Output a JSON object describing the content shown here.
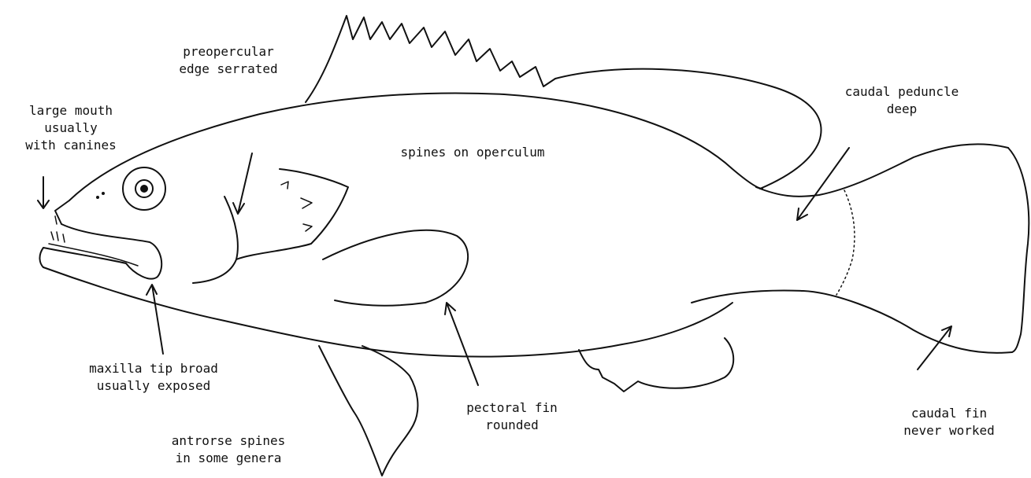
{
  "labels": {
    "preopercular": [
      "preopercular",
      "edge serrated"
    ],
    "mouth": [
      "large mouth",
      "usually",
      "with canines"
    ],
    "operculum": [
      "spines on operculum"
    ],
    "peduncle": [
      "caudal peduncle",
      "deep"
    ],
    "maxilla": [
      "maxilla tip broad",
      "usually exposed"
    ],
    "pectoral": [
      "pectoral fin",
      "rounded"
    ],
    "antrorse": [
      "antrorse spines",
      "in some genera"
    ],
    "caudal_fin": [
      "caudal fin",
      "never worked"
    ]
  }
}
